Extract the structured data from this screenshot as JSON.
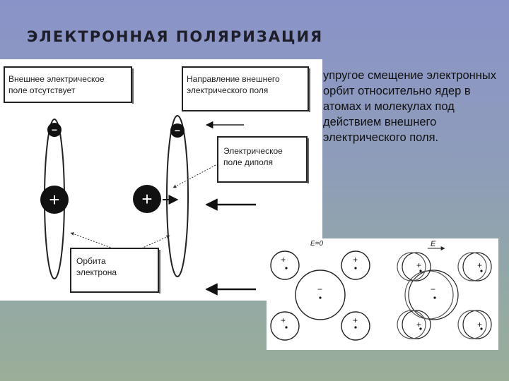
{
  "slide": {
    "title": "ЭЛЕКТРОННАЯ ПОЛЯРИЗАЦИЯ",
    "description": "упругое смещение электронных орбит относительно ядер в атомах и молекулах под действием внешнего электрического поля."
  },
  "diagram_left": {
    "label_no_field": [
      "Внешнее электрическое",
      "поле отсутствует"
    ],
    "label_field_direction": [
      "Направление внешнего",
      "электрического поля"
    ],
    "label_dipole_field": [
      "Электрическое",
      "поле диполя"
    ],
    "label_orbit": [
      "Орбита",
      "электрона"
    ],
    "electron_sign": "−",
    "nucleus_sign": "+"
  },
  "diagram_right": {
    "label_e_zero": "E=0",
    "label_e_vector": "E",
    "plus_sign": "+",
    "minus_sign": "−"
  },
  "colors": {
    "ink": "#1a1a1a",
    "panel": "#ffffff"
  }
}
